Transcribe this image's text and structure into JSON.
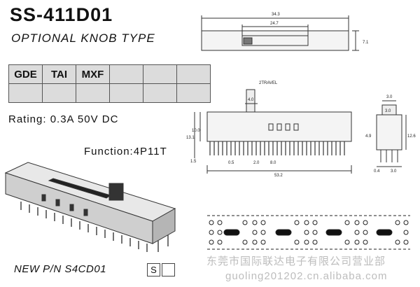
{
  "header": {
    "model": "SS-411D01",
    "subtitle": "OPTIONAL KNOB TYPE"
  },
  "codes_table": {
    "row1": [
      "GDE",
      "TAI",
      "MXF",
      "",
      "",
      ""
    ],
    "row2": [
      "",
      "",
      "",
      "",
      "",
      ""
    ]
  },
  "specs": {
    "rating": "Rating: 0.3A  50V  DC",
    "function": "Function:4P11T"
  },
  "part_number": {
    "label": "NEW P/N S4CD01",
    "box1": "S",
    "box2": ""
  },
  "dimensions": {
    "top_len": "34.3",
    "top_slot": "24.7",
    "top_h": "7.1",
    "travel": "2TRAVEL",
    "knob_w": "4.0",
    "side_h1": "13.1",
    "side_h2": "10.0",
    "pitch1": "0.5",
    "pitch2": "2.0",
    "pitch3": "8.0",
    "total_len": "53.2",
    "end_w": "3.0",
    "end_h": "12.6",
    "end_base": "0.4",
    "end_pin": "3.0",
    "pin_w": "1.5",
    "misc": "4.9",
    "end_mid": "3.0"
  },
  "watermark": {
    "line1": "东莞市国际联达电子有限公司营业部",
    "line2": "guoling201202.cn.alibaba.com"
  }
}
